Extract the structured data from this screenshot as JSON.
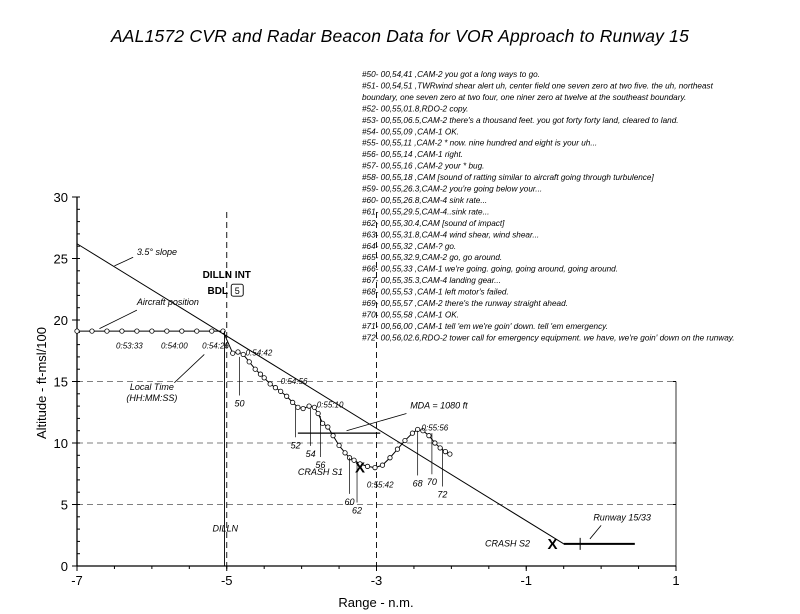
{
  "chart_data": {
    "type": "line",
    "title": "AAL1572 CVR and Radar Beacon Data for VOR Approach to Runway 15",
    "xlabel": "Range - n.m.",
    "ylabel": "Altitude - ft-msl/100",
    "xlim": [
      -7,
      1
    ],
    "ylim": [
      0,
      30
    ],
    "xticks": [
      "-7",
      "-5",
      "-3",
      "-1",
      "1"
    ],
    "yticks": [
      "0",
      "5",
      "10",
      "15",
      "20",
      "25",
      "30"
    ],
    "grid": "dashed reference lines at x = -5 and x = -3",
    "series": [
      {
        "name": "Aircraft position",
        "x": [
          -7,
          -6.8,
          -6.6,
          -6.4,
          -6.2,
          -6.0,
          -5.8,
          -5.6,
          -5.4,
          -5.2,
          -5.05,
          -4.92,
          -4.85,
          -4.78,
          -4.7,
          -4.62,
          -4.55,
          -4.5,
          -4.42,
          -4.35,
          -4.28,
          -4.2,
          -4.12,
          -4.05,
          -3.98,
          -3.9,
          -3.83,
          -3.78,
          -3.72,
          -3.65,
          -3.58,
          -3.5,
          -3.42,
          -3.36,
          -3.3,
          -3.22,
          -3.12,
          -3.02,
          -2.92,
          -2.82,
          -2.72,
          -2.62,
          -2.52,
          -2.45,
          -2.38,
          -2.3,
          -2.22,
          -2.15,
          -2.08,
          -2.02
        ],
        "y": [
          19.1,
          19.1,
          19.1,
          19.1,
          19.1,
          19.1,
          19.1,
          19.1,
          19.1,
          19.1,
          19.1,
          17.3,
          17.4,
          17.2,
          16.6,
          16.0,
          15.6,
          15.3,
          14.8,
          14.5,
          14.2,
          13.8,
          13.3,
          12.9,
          12.8,
          13.0,
          12.9,
          12.4,
          11.6,
          11.3,
          10.6,
          9.8,
          9.2,
          8.8,
          8.6,
          8.3,
          8.1,
          8.0,
          8.2,
          8.8,
          9.5,
          10.2,
          10.8,
          11.1,
          11.0,
          10.6,
          10.0,
          9.6,
          9.3,
          9.1
        ]
      },
      {
        "name": "3.5° slope",
        "x": [
          -7,
          -0.5
        ],
        "y": [
          26.2,
          1.8
        ]
      }
    ],
    "runway": {
      "label": "Runway 15/33",
      "x": [
        -0.5,
        0.45
      ],
      "y": 1.8
    },
    "annotations": {
      "aircraft_position_label": "Aircraft position",
      "slope_label": "3.5° slope",
      "local_time_label_1": "Local Time",
      "local_time_label_2": "(HH:MM:SS)",
      "dilln_int": "DILLN INT",
      "bdl": "BDL",
      "bdl_box": "5",
      "dilln": "DILLN",
      "mda_label": "MDA = 1080 ft",
      "mda_value": 10.8,
      "mda_x": [
        -4.05,
        -2.95
      ],
      "crash_s1": "CRASH S1",
      "crash_s1_point": [
        -3.22,
        8.0
      ],
      "crash_s2": "CRASH S2",
      "crash_s2_point": [
        -0.65,
        1.8
      ],
      "cross_mark": "X",
      "runway_label": "Runway 15/33",
      "times": [
        {
          "t": "0:53:33",
          "x": -6.3,
          "y": 17.7
        },
        {
          "t": "0:54:00",
          "x": -5.7,
          "y": 17.7
        },
        {
          "t": "0:54:26",
          "x": -5.15,
          "y": 17.7
        },
        {
          "t": "0:54:42",
          "x": -4.57,
          "y": 17.1
        },
        {
          "t": "0:54:56",
          "x": -4.1,
          "y": 14.8
        },
        {
          "t": "0:55:10",
          "x": -3.62,
          "y": 12.9
        },
        {
          "t": "0:55:42",
          "x": -2.95,
          "y": 6.4
        },
        {
          "t": "0:55:56",
          "x": -2.22,
          "y": 11.0
        }
      ],
      "remark_numbers": [
        {
          "n": "50",
          "x": -4.83,
          "y": 13.7,
          "px": -4.83,
          "py": 17.0
        },
        {
          "n": "52",
          "x": -4.08,
          "y": 10.3,
          "px": -4.08,
          "py": 13.0
        },
        {
          "n": "54",
          "x": -3.88,
          "y": 9.6,
          "px": -3.88,
          "py": 12.8
        },
        {
          "n": "56",
          "x": -3.75,
          "y": 8.7,
          "px": -3.75,
          "py": 12.2
        },
        {
          "n": "60",
          "x": -3.36,
          "y": 5.7,
          "px": -3.36,
          "py": 8.8
        },
        {
          "n": "62",
          "x": -3.26,
          "y": 5.0,
          "px": -3.26,
          "py": 8.4
        },
        {
          "n": "68",
          "x": -2.45,
          "y": 7.2,
          "px": -2.45,
          "py": 11.0
        },
        {
          "n": "70",
          "x": -2.26,
          "y": 7.3,
          "px": -2.26,
          "py": 10.8
        },
        {
          "n": "72",
          "x": -2.12,
          "y": 6.3,
          "px": -2.12,
          "py": 9.6
        }
      ]
    }
  },
  "cvr_transcript": [
    "#50- 00,54,41  ,CAM-2 you got a long ways to go.",
    "#51- 00,54,51  ,TWRwind shear alert uh, center field one seven zero at two five.  the uh, northeast",
    "boundary, one seven zero at two four, one niner zero at twelve at the southeast boundary.",
    "#52- 00,55,01.8,RDO-2 copy.",
    "#53- 00,55,06.5,CAM-2 there's a thousand feet.  you got forty forty land, cleared to land.",
    "#54- 00,55,09  ,CAM-1 OK.",
    "#55- 00,55,11  ,CAM-2 * now.  nine hundred and eight is your uh...",
    "#56- 00,55,14  ,CAM-1 right.",
    "#57- 00,55,16  ,CAM-2 your * bug.",
    "#58- 00,55,18  ,CAM [sound of ratting similar to aircraft going through turbulence]",
    "#59- 00,55,26.3,CAM-2 you're going below your...",
    "#60- 00,55,26.8,CAM-4 sink rate...",
    "#61- 00,55,29.5,CAM-4..sink rate...",
    "#62- 00,55,30.4,CAM [sound of impact]",
    "#63- 00,55,31.8,CAM-4 wind shear, wind shear...",
    "#64- 00,55,32  ,CAM-? go.",
    "#65- 00,55,32.9,CAM-2 go, go around.",
    "#66- 00,55,33  ,CAM-1 we're going. going, going around, going around.",
    "#67- 00,55,35.3,CAM-4 landing gear...",
    "#68- 00,55,53  ,CAM-1 left motor's failed.",
    "#69- 00,55,57  ,CAM-2 there's the runway straight ahead.",
    "#70- 00,55,58  ,CAM-1 OK.",
    "#71- 00,56,00  ,CAM-1 tell 'em we're goin' down.  tell 'em emergency.",
    "#72- 00,56,02.6,RDO-2 tower call for emergency equipment.  we have, we're goin' down on the runway."
  ]
}
